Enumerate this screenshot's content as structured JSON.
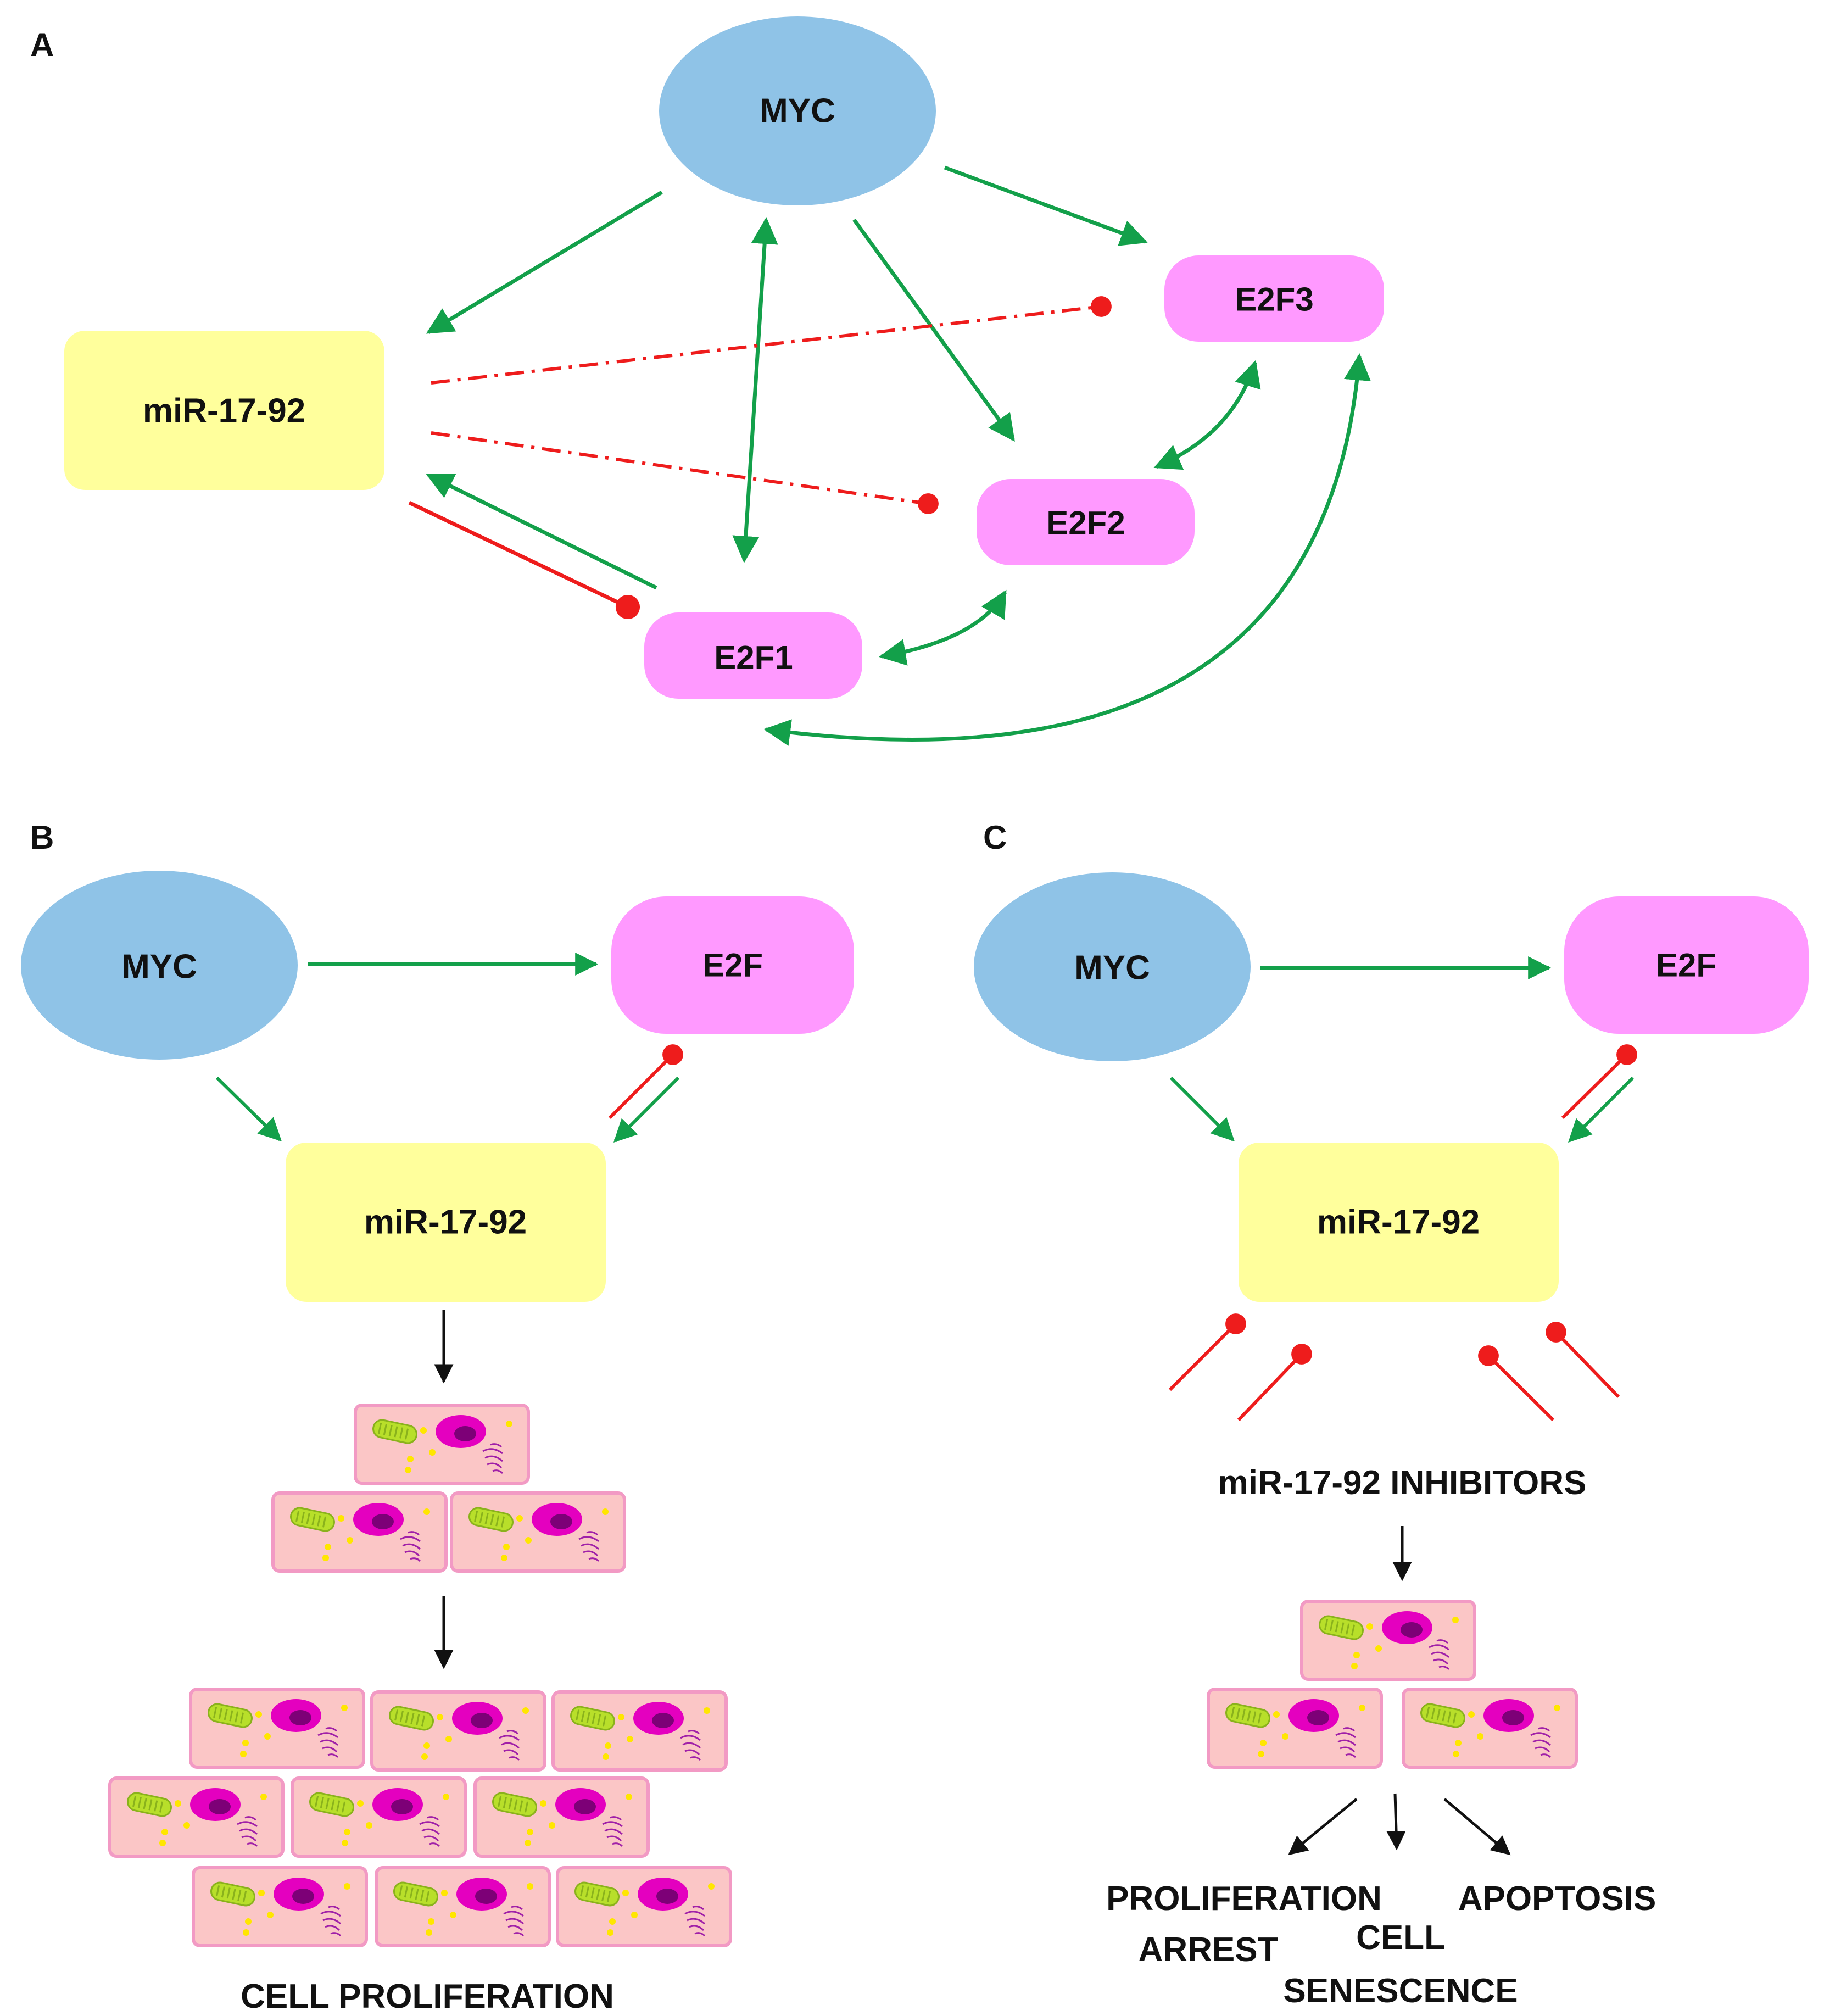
{
  "panels": {
    "a": {
      "label": "A",
      "nodes": {
        "myc": "MYC",
        "mir": "miR-17-92",
        "e2f1": "E2F1",
        "e2f2": "E2F2",
        "e2f3": "E2F3"
      }
    },
    "b": {
      "label": "B",
      "nodes": {
        "myc": "MYC",
        "e2f": "E2F",
        "mir": "miR-17-92"
      },
      "outcome": "CELL PROLIFERATION"
    },
    "c": {
      "label": "C",
      "nodes": {
        "myc": "MYC",
        "e2f": "E2F",
        "mir": "miR-17-92"
      },
      "inhibitors": "miR-17-92 INHIBITORS",
      "outcomes": {
        "proliferation_1": "PROLIFERATION",
        "proliferation_2": "ARREST",
        "senescence_1": "CELL",
        "senescence_2": "SENESCENCE",
        "apoptosis": "APOPTOSIS"
      }
    }
  },
  "colors": {
    "myc": "#8fc3e7",
    "mir": "#ffff9c",
    "e2f": "#ff99ff",
    "activation": "#13a04a",
    "inhibition": "#ee1c1c",
    "arrow": "#111111",
    "cell_fill": "#fbc6c6",
    "cell_border": "#f29ac4",
    "nucleus": "#e400bf",
    "nucleolus": "#7d0077",
    "mito": "#b8df2a",
    "golgi": "#a020a8",
    "granule": "#ffe600"
  }
}
